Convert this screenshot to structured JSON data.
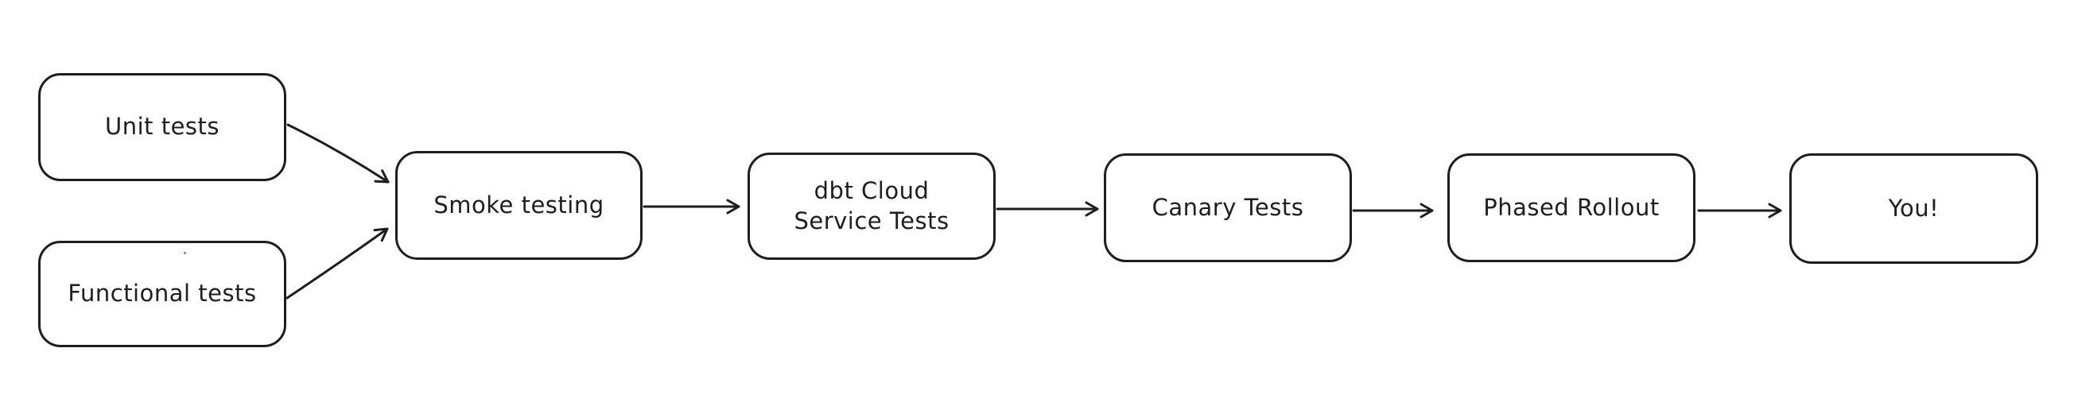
{
  "diagram": {
    "type": "flowchart",
    "background_color": "#ffffff",
    "stroke_color": "#1e1e1e",
    "node_fill_color": "#ffffff",
    "artifact_dot_color": "#e03131",
    "nodes": [
      {
        "id": "unit-tests",
        "label": "Unit tests"
      },
      {
        "id": "functional-tests",
        "label": "Functional tests"
      },
      {
        "id": "smoke-testing",
        "label": "Smoke testing"
      },
      {
        "id": "dbt-cloud-service-tests",
        "label": "dbt Cloud\nService Tests"
      },
      {
        "id": "canary-tests",
        "label": "Canary Tests"
      },
      {
        "id": "phased-rollout",
        "label": "Phased Rollout"
      },
      {
        "id": "you",
        "label": "You!"
      }
    ],
    "edges": [
      {
        "from": "unit-tests",
        "to": "smoke-testing"
      },
      {
        "from": "functional-tests",
        "to": "smoke-testing"
      },
      {
        "from": "smoke-testing",
        "to": "dbt-cloud-service-tests"
      },
      {
        "from": "dbt-cloud-service-tests",
        "to": "canary-tests"
      },
      {
        "from": "canary-tests",
        "to": "phased-rollout"
      },
      {
        "from": "phased-rollout",
        "to": "you"
      }
    ]
  }
}
